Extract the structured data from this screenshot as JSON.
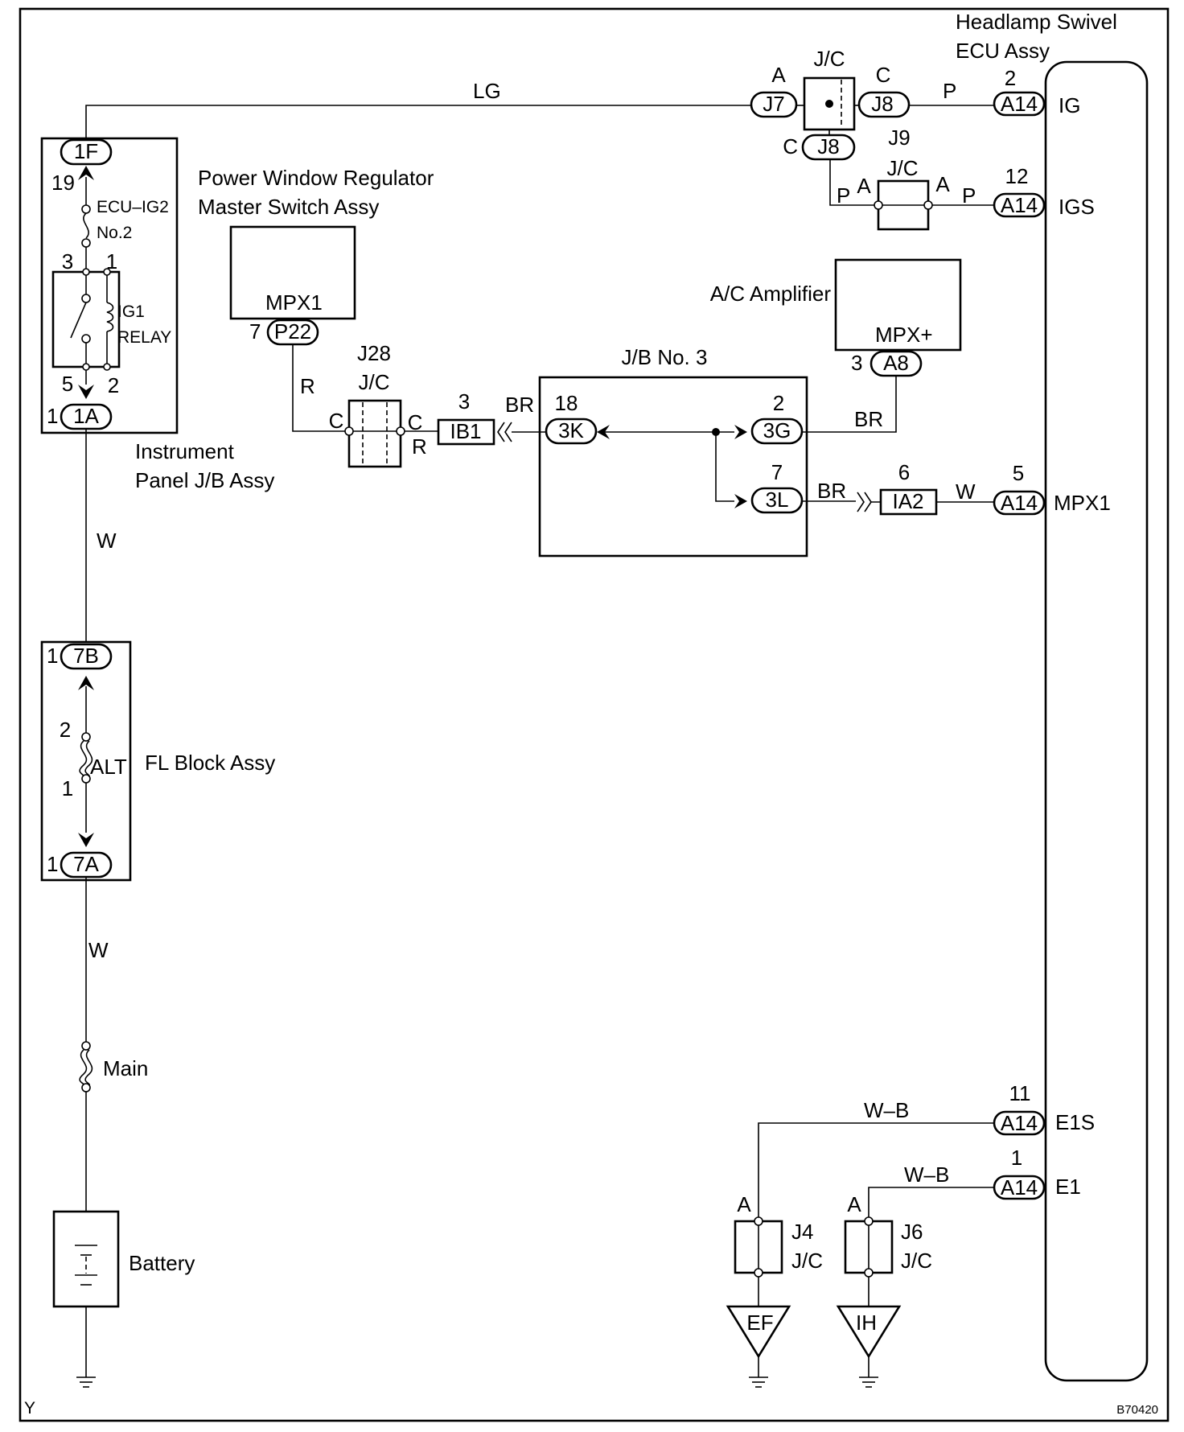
{
  "ecu": {
    "name_line1": "Headlamp Swivel",
    "name_line2": "ECU Assy"
  },
  "terminals": [
    {
      "pin": "2",
      "conn": "A14",
      "name": "IG"
    },
    {
      "pin": "12",
      "conn": "A14",
      "name": "IGS"
    },
    {
      "pin": "5",
      "conn": "A14",
      "name": "MPX1"
    },
    {
      "pin": "11",
      "conn": "A14",
      "name": "E1S"
    },
    {
      "pin": "1",
      "conn": "A14",
      "name": "E1"
    }
  ],
  "junctions": {
    "j7j8": {
      "title": "J/C",
      "left_pin": "A",
      "left_conn": "J7",
      "right_pin": "C",
      "right_conn": "J8",
      "bottom_pin": "C",
      "bottom_conn": "J8"
    },
    "j9": {
      "id": "J9",
      "title": "J/C",
      "left_pin": "A",
      "right_pin": "A"
    },
    "j28": {
      "id": "J28",
      "title": "J/C",
      "left_pin": "C",
      "right_pin": "C"
    },
    "j4": {
      "id": "J4",
      "title": "J/C",
      "pin": "A",
      "ground": "EF"
    },
    "j6": {
      "id": "J6",
      "title": "J/C",
      "pin": "A",
      "ground": "IH"
    }
  },
  "wire_colors": {
    "lg": "LG",
    "p1": "P",
    "p2": "P",
    "p3": "P",
    "r1": "R",
    "r2": "R",
    "br1": "BR",
    "br2": "BR",
    "br3": "BR",
    "w1": "W",
    "w2": "W",
    "w3": "W",
    "wb1": "W–B",
    "wb2": "W–B"
  },
  "instrument_panel": {
    "label_line1": "Instrument",
    "label_line2": "Panel J/B Assy",
    "top_conn": "1F",
    "top_pin": "19",
    "fuse_line1": "ECU–IG2",
    "fuse_line2": "No.2",
    "relay_line1": "IG1",
    "relay_line2": "RELAY",
    "relay_pins": [
      "3",
      "1",
      "5",
      "2"
    ],
    "bottom_conn": "1A",
    "bottom_pin": "1"
  },
  "power_window": {
    "label_line1": "Power  Window Regulator",
    "label_line2": "Master Switch Assy",
    "terminal": "MPX1",
    "conn": "P22",
    "pin": "7"
  },
  "ac_amplifier": {
    "label": "A/C Amplifier",
    "terminal": "MPX+",
    "conn": "A8",
    "pin": "3"
  },
  "jb3": {
    "label": "J/B No. 3",
    "conn_3k": "3K",
    "pin_3k": "18",
    "conn_3g": "3G",
    "pin_3g": "2",
    "conn_3l": "3L",
    "pin_3l": "7"
  },
  "inline_connectors": {
    "ib1": {
      "conn": "IB1",
      "pin": "3"
    },
    "ia2": {
      "conn": "IA2",
      "pin": "6"
    }
  },
  "fl_block": {
    "label": "FL Block Assy",
    "top_conn": "7B",
    "top_pin": "1",
    "fuse": "ALT",
    "fuse_pins": [
      "2",
      "1"
    ],
    "bottom_conn": "7A",
    "bottom_pin": "1"
  },
  "main_fuse": "Main",
  "battery": "Battery",
  "corner_left": "Y",
  "corner_right": "B70420"
}
